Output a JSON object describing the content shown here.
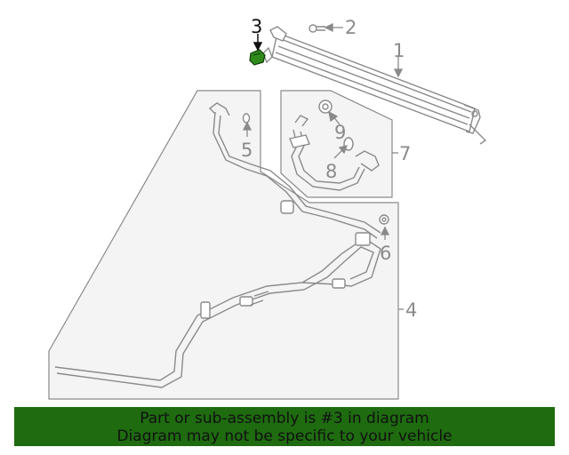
{
  "diagram": {
    "callouts": {
      "c1": "1",
      "c2": "2",
      "c3": "3",
      "c4": "4",
      "c5": "5",
      "c6": "6",
      "c7": "7",
      "c8": "8",
      "c9": "9"
    },
    "highlighted_part": "3",
    "colors": {
      "line": "#8a8a8a",
      "panel_fill": "#f4f4f4",
      "highlight_part": "#2f8a1c",
      "banner_bg": "#1e6b10",
      "banner_text": "#111111"
    }
  },
  "banner": {
    "line1": "Part or sub-assembly is #3 in diagram",
    "line2": "Diagram may not be specific to your vehicle"
  }
}
